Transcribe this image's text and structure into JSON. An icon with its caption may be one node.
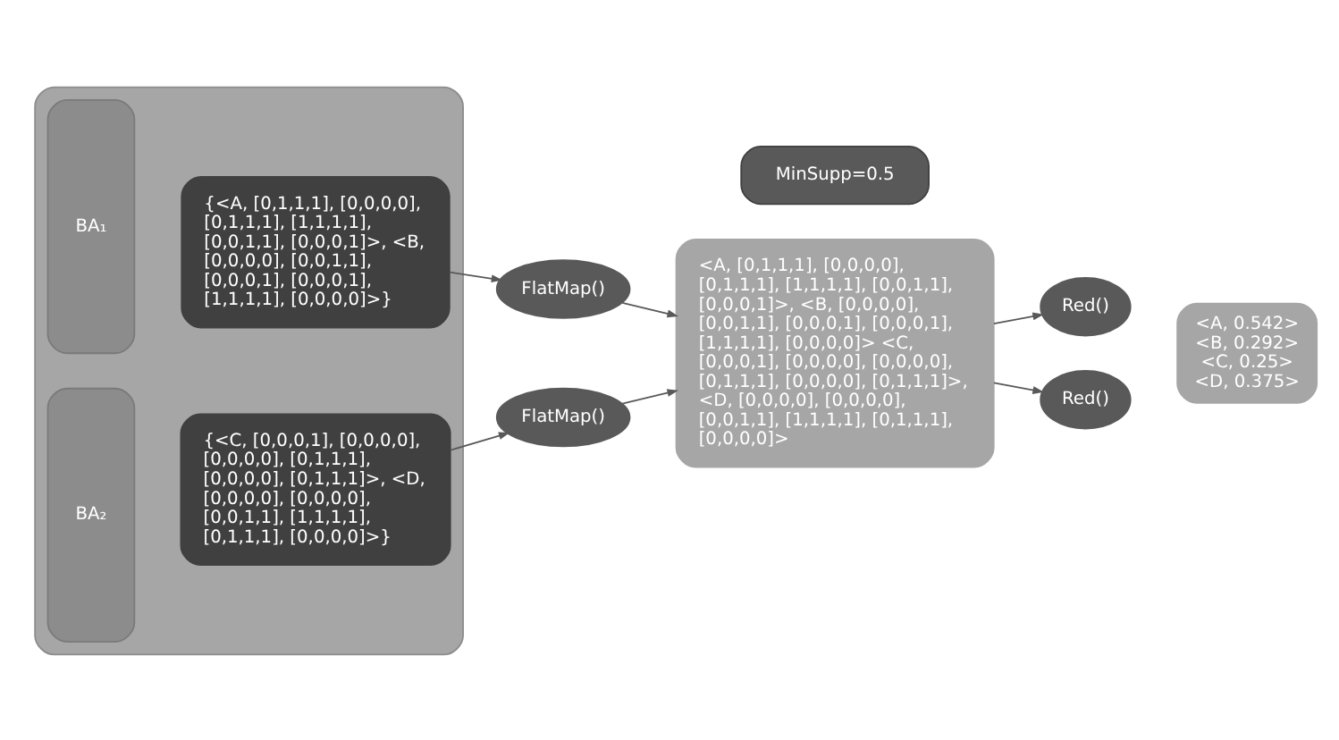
{
  "diagram": {
    "nodes": [
      {
        "text": [],
        "shape": "box"
      },
      {
        "text": [
          "BA₁"
        ],
        "in": 0
      },
      {
        "text": [
          "{<A, [0,1,1,1], [0,0,0,0], [0,1,1,1], [1,1,1,1], [0,0,1,1], [0,0,0,1]>, <B, [0,0,0,0], [0,0,1,1], [0,0,0,1], [0,0,0,1], [1,1,1,1], [0,0,0,0]>}"
        ],
        "in": 0
      },
      {
        "text": [
          "BA₂"
        ],
        "in": 0
      },
      {
        "text": [
          "{<C, [0,0,0,1], [0,0,0,0], [0,0,0,0], [0,1,1,1], [0,0,0,0], [0,1,1,1]>, <D, [0,0,0,0], [0,0,0,0], [0,0,1,1], [1,1,1,1], [0,1,1,1], [0,0,0,0]>}"
        ],
        "in": 0
      },
      {
        "text": [
          "FlatMap()"
        ]
      },
      {
        "text": [
          "FlatMap()"
        ]
      },
      {
        "text": [
          "<A, [0,1,1,1], [0,0,0,0], [0,1,1,1], [1,1,1,1], [0,0,1,1], [0,0,0,1]>, <B, [0,0,0,0], [0,0,1,1], [0,0,0,1], [0,0,0,1], [1,1,1,1], [0,0,0,0]> <C, [0,0,0,1], [0,0,0,0], [0,0,0,0], [0,1,1,1], [0,0,0,0], [0,1,1,1]>, <D, [0,0,0,0], [0,0,0,0], [0,0,1,1], [1,1,1,1], [0,1,1,1], [0,0,0,0]>"
        ]
      },
      {
        "text": [
          "Red()"
        ]
      },
      {
        "text": [
          "Red()"
        ]
      },
      {
        "text": [
          "<A, 0.542>",
          "<B, 0.292>",
          "<C, 0.25>",
          "<D, 0.375>"
        ]
      },
      {
        "text": [
          "MinSupp=0.5"
        ]
      }
    ],
    "edges": [
      {
        "from": 2,
        "to": 5,
        "arrow": "to"
      },
      {
        "from": 4,
        "to": 6,
        "arrow": "to"
      },
      {
        "from": 5,
        "to": 7,
        "arrow": "to"
      },
      {
        "from": 6,
        "to": 7,
        "arrow": "to"
      },
      {
        "from": 7,
        "to": 8,
        "arrow": "to"
      },
      {
        "from": 7,
        "to": 9,
        "arrow": "to"
      }
    ]
  }
}
